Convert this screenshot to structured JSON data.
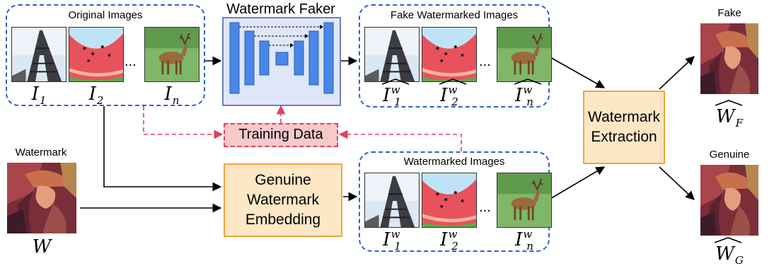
{
  "title": "Watermark Faker",
  "groups": {
    "original": {
      "label": "Original Images",
      "vars": [
        {
          "base": "I",
          "sub": "1"
        },
        {
          "base": "I",
          "sub": "2"
        },
        {
          "base": "I",
          "sub": "n"
        }
      ]
    },
    "fake": {
      "label": "Fake Watermarked Images",
      "vars": [
        {
          "base": "I",
          "sup": "w",
          "sub": "1"
        },
        {
          "base": "I",
          "sup": "w",
          "sub": "2"
        },
        {
          "base": "I",
          "sup": "w",
          "sub": "n"
        }
      ]
    },
    "watermarked": {
      "label": "Watermarked Images",
      "vars": [
        {
          "base": "I",
          "sup": "w",
          "sub": "1"
        },
        {
          "base": "I",
          "sup": "w",
          "sub": "2"
        },
        {
          "base": "I",
          "sup": "w",
          "sub": "n"
        }
      ]
    }
  },
  "ellipsis": "...",
  "training_data": "Training Data",
  "embedding": {
    "line1": "Genuine",
    "line2": "Watermark",
    "line3": "Embedding"
  },
  "extraction": {
    "line1": "Watermark",
    "line2": "Extraction"
  },
  "watermark": {
    "label": "Watermark",
    "var_base": "W"
  },
  "fake_output": {
    "label": "Fake",
    "var_base": "W",
    "var_sub": "F"
  },
  "genuine_output": {
    "label": "Genuine",
    "var_base": "W",
    "var_sub": "G"
  },
  "colors": {
    "dashed_blue": "#2f62c9",
    "unet_fill": "#dfe6f7",
    "unet_bar": "#4a86e8",
    "orange_fill": "#fde7c6",
    "orange_border": "#f2a43a",
    "red_dashed": "#e0405a",
    "training_fill": "#f7c9c9"
  },
  "icons": [
    "eiffel-tower-image",
    "watermelon-image",
    "deer-image",
    "lena-portrait-image"
  ]
}
